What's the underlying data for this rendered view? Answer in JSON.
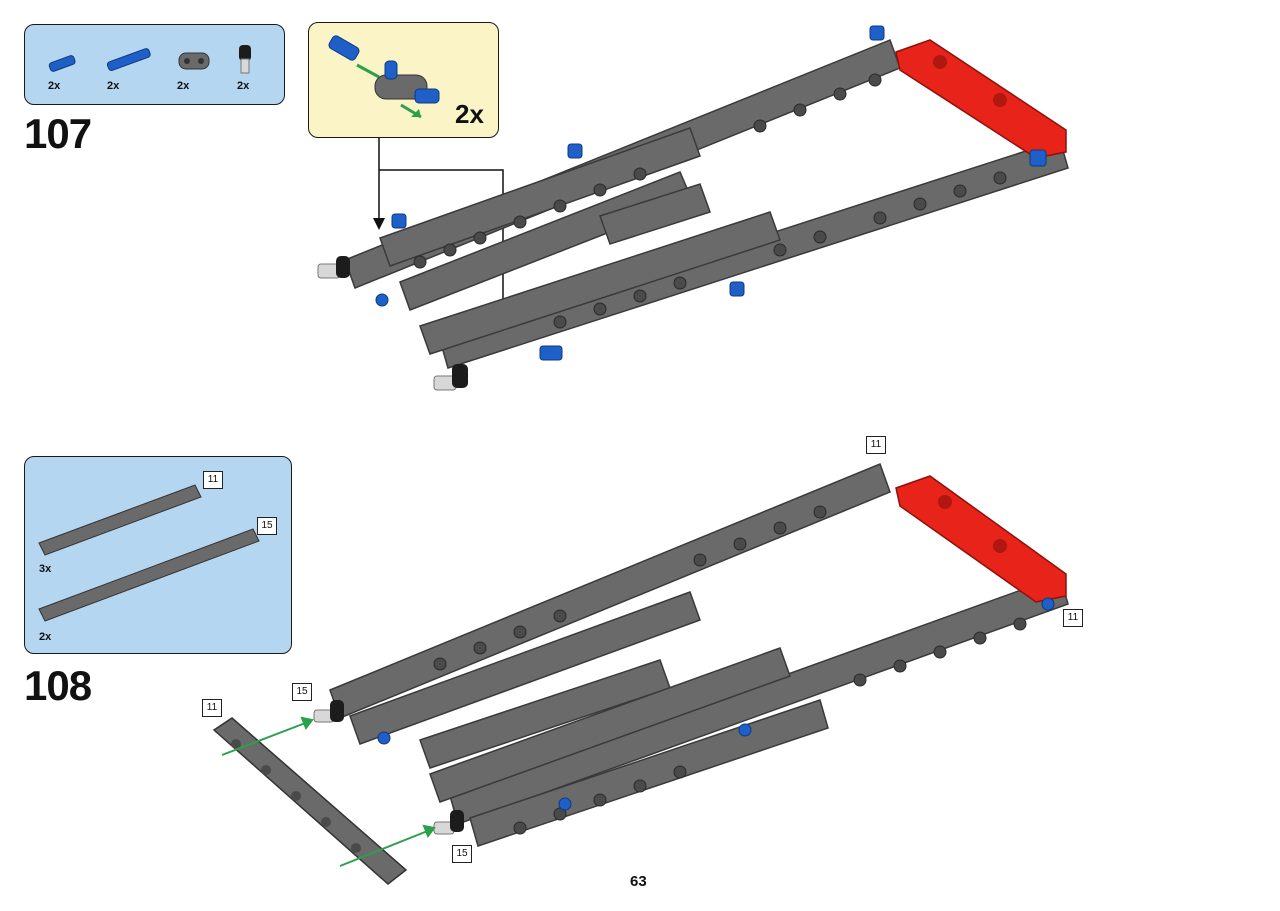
{
  "page": {
    "number": "63"
  },
  "step_107": {
    "number": "107",
    "parts": [
      {
        "qty": "2x",
        "icon": "blue-pin-icon"
      },
      {
        "qty": "2x",
        "icon": "blue-long-pin-icon"
      },
      {
        "qty": "2x",
        "icon": "gray-connector-icon"
      },
      {
        "qty": "2x",
        "icon": "black-pin-icon"
      }
    ],
    "subassembly": {
      "multiplier": "2x"
    }
  },
  "step_108": {
    "number": "108",
    "parts": [
      {
        "qty": "3x",
        "length_label": "11",
        "icon": "gray-beam-11-icon"
      },
      {
        "qty": "2x",
        "length_label": "15",
        "icon": "gray-beam-15-icon"
      }
    ],
    "callouts": [
      "11",
      "11",
      "15",
      "15",
      "11"
    ]
  },
  "colors": {
    "beam": "#6a6a6a",
    "red_part": "#e8231a",
    "pin": "#1e5fc8",
    "parts_bg": "#b5d6f0",
    "sub_bg": "#fbf4c7"
  }
}
